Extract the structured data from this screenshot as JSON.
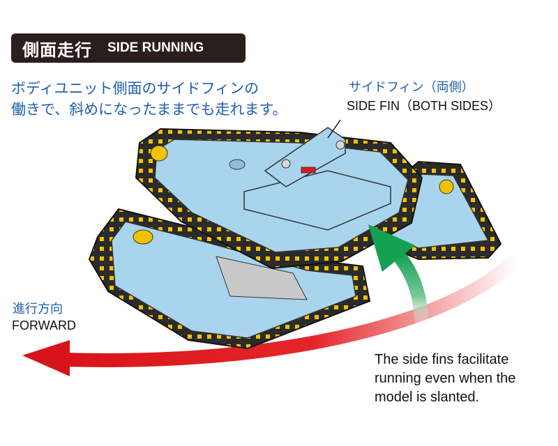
{
  "header": {
    "title_jp": "側面走行",
    "title_en": "SIDE RUNNING"
  },
  "description_jp": {
    "line1": "ボディユニット側面のサイドフィンの",
    "line2": "働きで、斜めになったままでも走れます。"
  },
  "side_fin": {
    "label_jp": "サイドフィン（両側）",
    "label_en": "SIDE FIN（BOTH SIDES）"
  },
  "forward": {
    "label_jp": "進行方向",
    "label_en": "FORWARD"
  },
  "note": {
    "line1": "The side fins facilitate",
    "line2": "running even when the",
    "line3": "model is slanted."
  },
  "colors": {
    "header_bg": "#2a1f1c",
    "body_blue": "#a9d4ee",
    "track": "#2b2b2b",
    "wheel": "#f2c200",
    "forward_arrow": "#e0161b",
    "fin_arrow": "#1aa055",
    "jp_text": "#1f5fad"
  }
}
